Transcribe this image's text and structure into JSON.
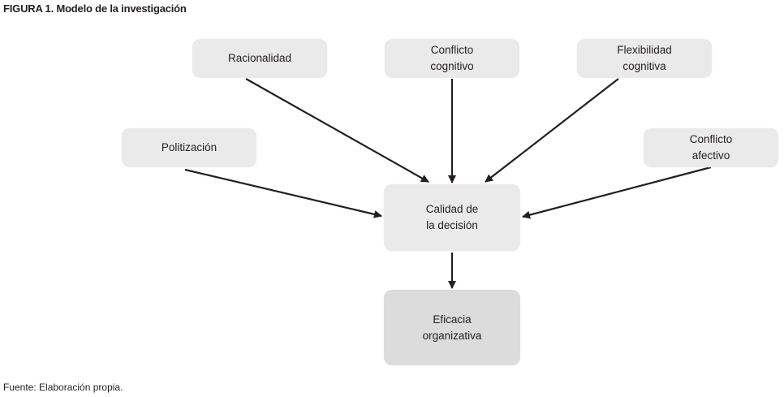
{
  "figure": {
    "label": "FIGURA 1.",
    "title": "Modelo de la investigación",
    "source": "Fuente: Elaboración propia."
  },
  "nodes": [
    {
      "id": "racionalidad",
      "label": "Racionalidad"
    },
    {
      "id": "conflicto-cognitivo",
      "label": "Conflicto\ncognitivo"
    },
    {
      "id": "flexibilidad-cognitiva",
      "label": "Flexibilidad\ncognitiva"
    },
    {
      "id": "politizacion",
      "label": "Politización"
    },
    {
      "id": "conflicto-afectivo",
      "label": "Conflicto\nafectivo"
    },
    {
      "id": "calidad-decision",
      "label": "Calidad de\nla decisión"
    },
    {
      "id": "eficacia-organizativa",
      "label": "Eficacia\norganizativa"
    }
  ],
  "edges": [
    {
      "from": "racionalidad",
      "to": "calidad-decision"
    },
    {
      "from": "conflicto-cognitivo",
      "to": "calidad-decision"
    },
    {
      "from": "flexibilidad-cognitiva",
      "to": "calidad-decision"
    },
    {
      "from": "politizacion",
      "to": "calidad-decision"
    },
    {
      "from": "conflicto-afectivo",
      "to": "calidad-decision"
    },
    {
      "from": "calidad-decision",
      "to": "eficacia-organizativa"
    }
  ]
}
